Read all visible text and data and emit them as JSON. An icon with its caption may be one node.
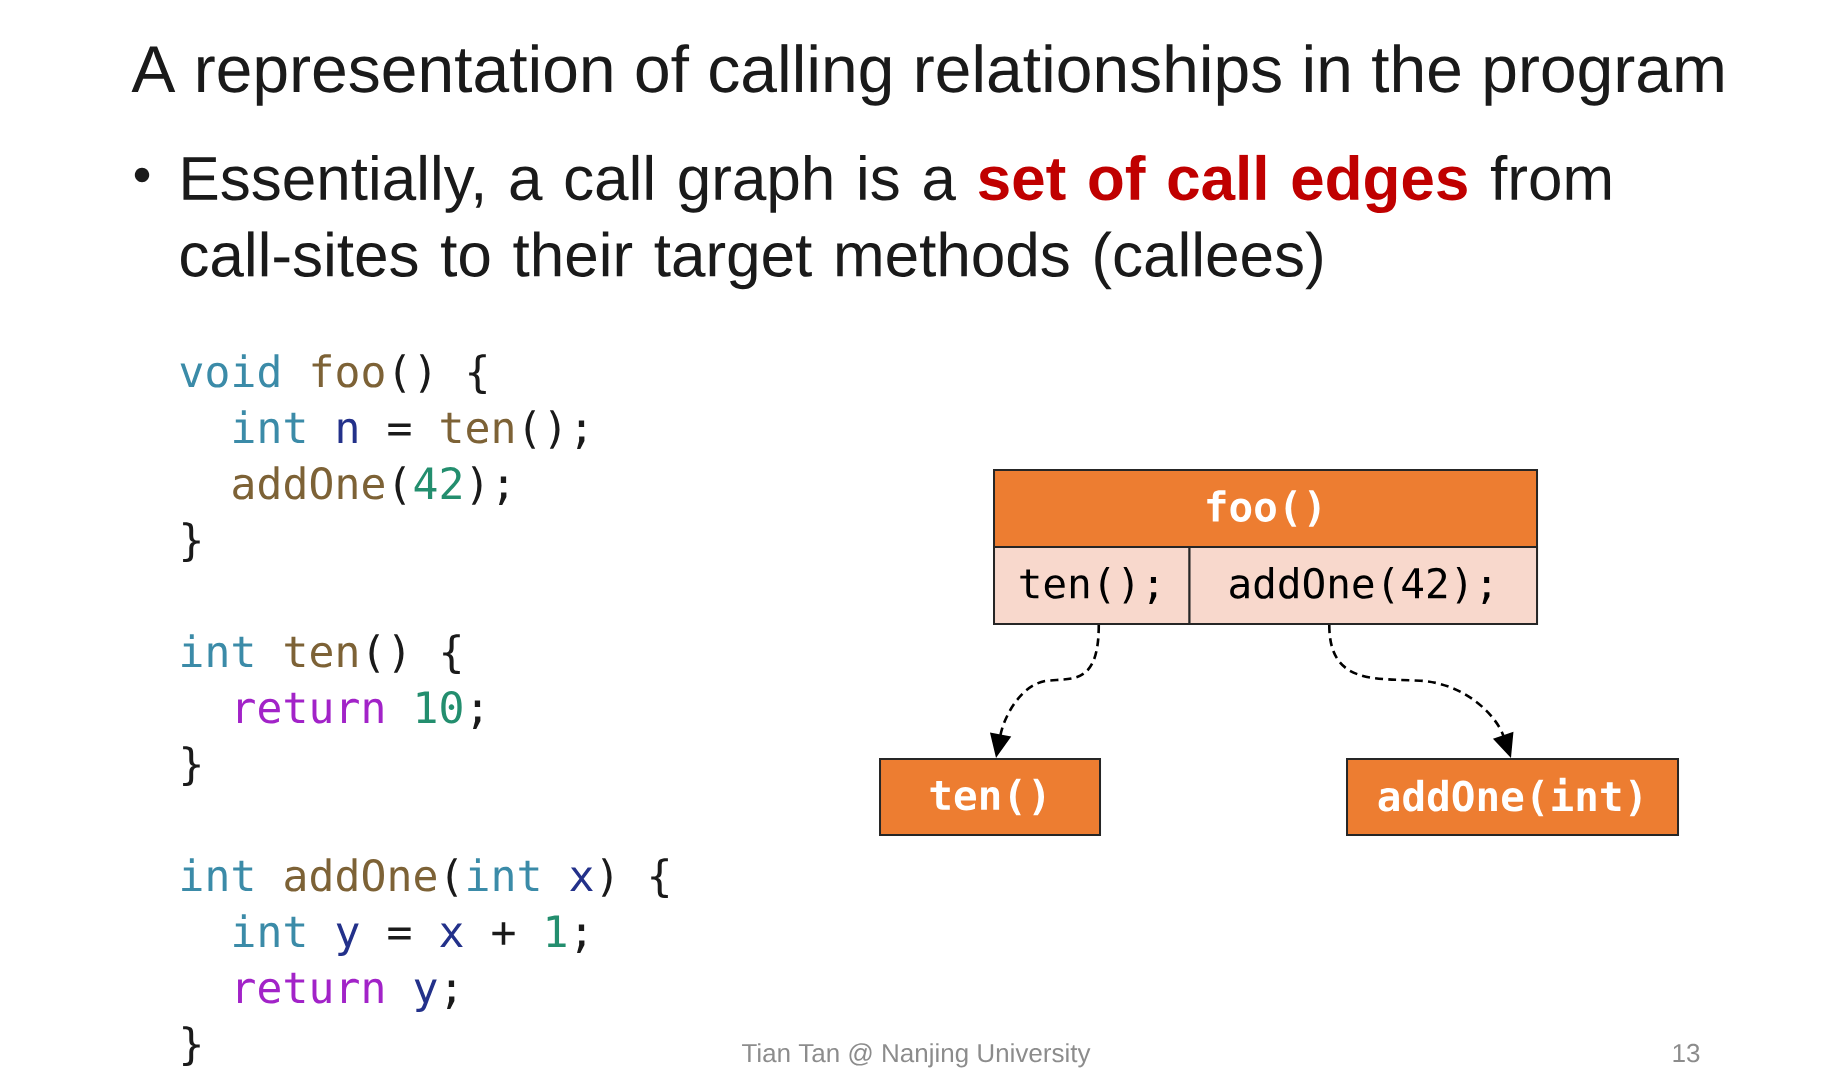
{
  "diagram": {
    "title": "A representation of calling relationships in the program",
    "nodes": [
      {
        "text": [
          "foo()"
        ]
      },
      {
        "text": [
          "ten();"
        ],
        "in": 0
      },
      {
        "text": [
          "addOne(42);"
        ],
        "in": 0
      },
      {
        "text": [
          "ten()"
        ]
      },
      {
        "text": [
          "addOne(int)"
        ]
      }
    ],
    "edges": [
      {
        "from": 1,
        "to": 3,
        "arrow": "to",
        "style": "dashed"
      },
      {
        "from": 2,
        "to": 4,
        "arrow": "to",
        "style": "dashed"
      }
    ],
    "labels": [
      "Essentially, a call graph is a **set of call edges** from call-sites to their target methods (callees)",
      "void foo() {",
      "int n = ten();",
      "addOne(42);",
      "}",
      "int ten() {",
      "return 10;",
      "}",
      "int addOne(int x) {",
      "int y = x + 1;",
      "return y;",
      "}",
      "Tian Tan @ Nanjing University",
      "13"
    ]
  }
}
